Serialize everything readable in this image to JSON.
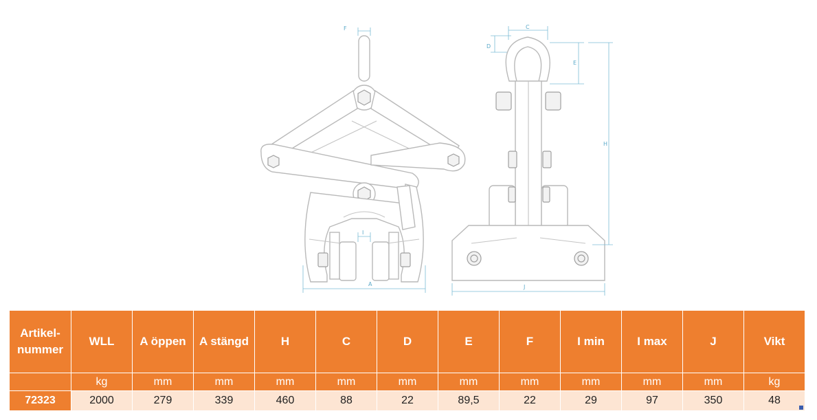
{
  "drawing": {
    "dimension_labels": {
      "F": "F",
      "I": "I",
      "A": "A",
      "C": "C",
      "D": "D",
      "E": "E",
      "H": "H",
      "J": "J"
    }
  },
  "table": {
    "headers": [
      "Artikel-\nnummer",
      "WLL",
      "A öppen",
      "A stängd",
      "H",
      "C",
      "D",
      "E",
      "F",
      "I min",
      "I max",
      "J",
      "Vikt"
    ],
    "units": [
      "",
      "kg",
      "mm",
      "mm",
      "mm",
      "mm",
      "mm",
      "mm",
      "mm",
      "mm",
      "mm",
      "mm",
      "kg"
    ],
    "values": [
      "72323",
      "2000",
      "279",
      "339",
      "460",
      "88",
      "22",
      "89,5",
      "22",
      "29",
      "97",
      "350",
      "48"
    ]
  },
  "colors": {
    "header_bg": "#ee7f2f",
    "row_bg": "#fde5d3",
    "dimension_color": "#5aa9c9"
  }
}
